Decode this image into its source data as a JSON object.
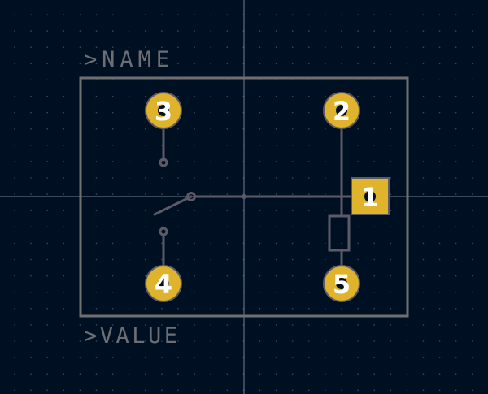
{
  "colors": {
    "background": "#001023",
    "grid_dot": "#3a4a63",
    "crosshair": "#9aa4b0",
    "outline": "#6f6f6f",
    "silk_text": "#6b6f74",
    "symbol_line": "#5c5a66",
    "pad_fill": "#e0b32c",
    "pad_text": "#ffffff",
    "pad_outline": "#5c5a66"
  },
  "labels": {
    "name": ">NAME",
    "value": ">VALUE"
  },
  "pads": [
    {
      "id": "pad-3",
      "number": "3",
      "shape": "round"
    },
    {
      "id": "pad-2",
      "number": "2",
      "shape": "round"
    },
    {
      "id": "pad-1",
      "number": "1",
      "shape": "square"
    },
    {
      "id": "pad-4",
      "number": "4",
      "shape": "round"
    },
    {
      "id": "pad-5",
      "number": "5",
      "shape": "round"
    }
  ],
  "icons": {
    "switch": "relay-switch-symbol",
    "resistor": "resistor-symbol"
  }
}
